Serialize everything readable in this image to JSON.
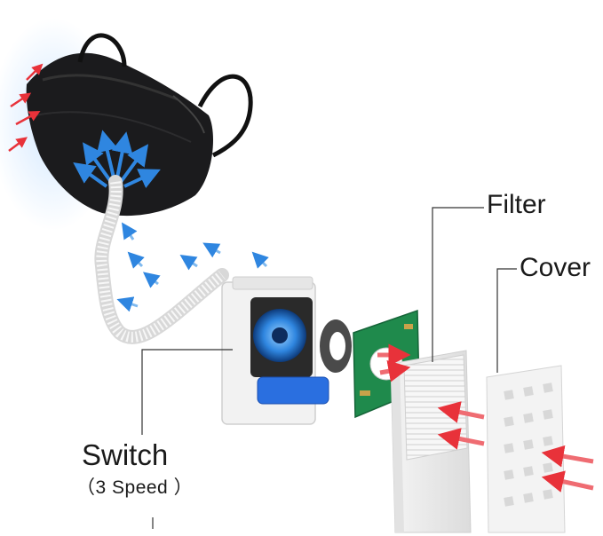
{
  "labels": {
    "filter": "Filter",
    "cover": "Cover",
    "switch": "Switch",
    "speed": "（3 Speed ）"
  },
  "colors": {
    "mask": "#1b1b1d",
    "airflow_arrow": "#2f86e0",
    "intake_arrow": "#e8323a",
    "circuit_board": "#1f8a4c",
    "battery": "#2a6fe0",
    "tube": "#eeeeee",
    "leader_line": "#333333"
  }
}
